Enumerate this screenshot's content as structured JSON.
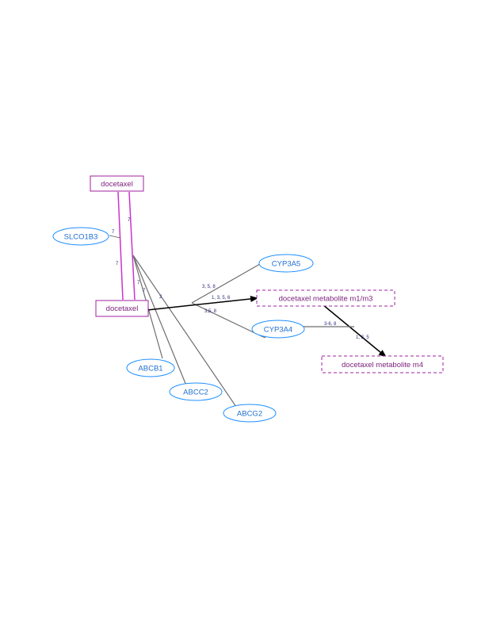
{
  "colors": {
    "compound": "#a020a0",
    "compound_text": "#7a1f7a",
    "gene": "#1e90ff",
    "gene_text": "#1f6fcf",
    "edge_gray": "#6e6e6e",
    "edge_black": "#000000",
    "transport_magenta": "#cc33cc",
    "edge_label": "#2a2a7a"
  },
  "nodes": {
    "docetaxel_top": "docetaxel",
    "docetaxel_main": "docetaxel",
    "metabolite_m1m3": "docetaxel metabolite m1/m3",
    "metabolite_m4": "docetaxel metabolite m4",
    "slco1b3": "SLCO1B3",
    "cyp3a5": "CYP3A5",
    "cyp3a4": "CYP3A4",
    "abcb1": "ABCB1",
    "abcc2": "ABCC2",
    "abcg2": "ABCG2"
  },
  "edge_labels": {
    "transport_left": "7",
    "transport_right": "7",
    "slco1b3_edge": "7",
    "abcb1_edge": "7",
    "abcc2_edge": "7",
    "abcg2_edge": "2",
    "main_to_m1m3": "1, 3, 5, 6",
    "cyp3a5_edge": "3, 5, 8",
    "cyp3a4_edge": "3,5, 8",
    "cyp3a4_to_m4": "3-6, 8",
    "m1m3_to_m4": "1, 3, 5"
  }
}
